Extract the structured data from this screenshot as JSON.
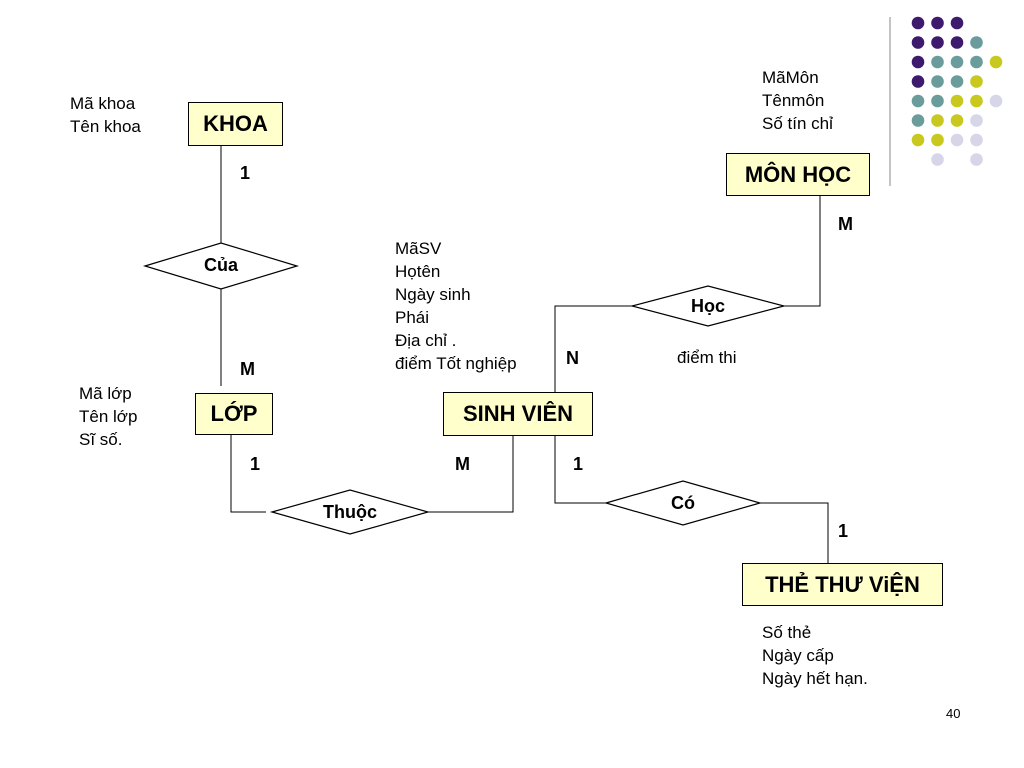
{
  "entities": {
    "khoa": "KHOA",
    "mon_hoc": "MÔN HỌC",
    "lop": "LỚP",
    "sinh_vien": "SINH VIÊN",
    "the_thu_vien": "THẺ THƯ ViỆN"
  },
  "relationships": {
    "cua": "Của",
    "hoc": "Học",
    "thuoc": "Thuộc",
    "co": "Có"
  },
  "cardinalities": {
    "khoa_cua": "1",
    "lop_cua": "M",
    "monhoc_hoc": "M",
    "sinhvien_hoc": "N",
    "lop_thuoc": "1",
    "sinhvien_thuoc": "M",
    "sinhvien_co": "1",
    "thethuvien_co": "1"
  },
  "attributes": {
    "khoa": [
      "Mã khoa",
      "Tên khoa"
    ],
    "mon_hoc": [
      "MãMôn",
      "Tênmôn",
      "Số tín chỉ"
    ],
    "sinh_vien": [
      "MãSV",
      "Họtên",
      "Ngày sinh",
      "Phái",
      "Địa chỉ .",
      "điểm Tốt nghiệp"
    ],
    "lop": [
      "Mã lớp",
      "Tên lớp",
      "Sĩ số."
    ],
    "the_thu_vien": [
      "Số thẻ",
      "Ngày cấp",
      "Ngày hết hạn."
    ]
  },
  "hoc_attribute": "điểm thi",
  "page_number": "40",
  "colors": {
    "entity_fill": "#ffffcc",
    "dot_purple": "#3d1a6e",
    "dot_teal": "#6b9c9c",
    "dot_yellow": "#c8c81e",
    "dot_lavender": "#d6d6e8"
  }
}
